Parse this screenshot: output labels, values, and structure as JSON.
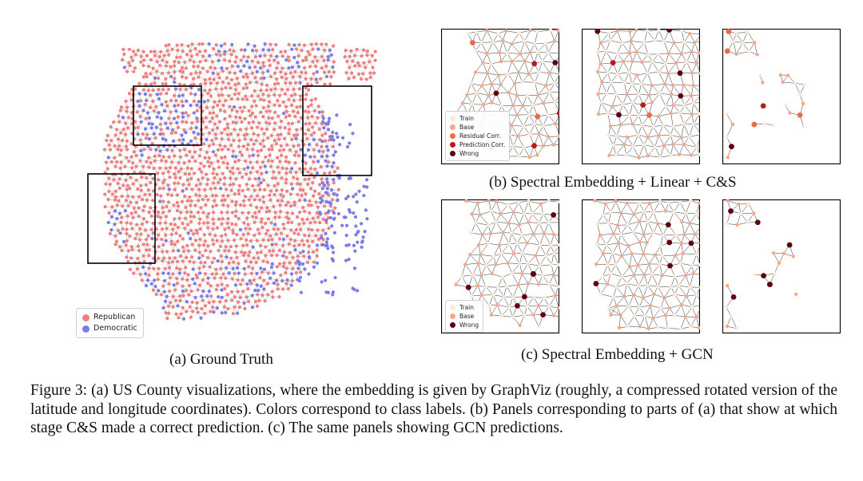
{
  "panel_a": {
    "caption": "(a) Ground Truth",
    "legend": [
      {
        "label": "Republican",
        "color": "#f08080"
      },
      {
        "label": "Democratic",
        "color": "#7b7bea"
      }
    ]
  },
  "panel_b": {
    "caption": "(b) Spectral Embedding + Linear + C&S",
    "legend": [
      {
        "label": "Train",
        "color": "#fde8dc"
      },
      {
        "label": "Base",
        "color": "#f4a98a"
      },
      {
        "label": "Residual Corr.",
        "color": "#ee6a46"
      },
      {
        "label": "Prediction Corr.",
        "color": "#b81b1b"
      },
      {
        "label": "Wrong",
        "color": "#5e0010"
      }
    ]
  },
  "panel_c": {
    "caption": "(c) Spectral Embedding + GCN",
    "legend": [
      {
        "label": "Train",
        "color": "#fde8dc"
      },
      {
        "label": "Base",
        "color": "#f4a98a"
      },
      {
        "label": "Wrong",
        "color": "#5e0010"
      }
    ]
  },
  "figure_caption": {
    "label": "Figure 3:",
    "text": "(a) US County visualizations, where the embedding is given by GraphViz (roughly, a compressed rotated version of the latitude and longitude coordinates). Colors correspond to class labels. (b) Panels corresponding to parts of (a) that show at which stage C&S made a correct prediction. (c) The same panels showing GCN predictions."
  },
  "colors": {
    "republican": "#f08080",
    "democratic": "#7b7bea",
    "edge": "#3a3a3a"
  }
}
